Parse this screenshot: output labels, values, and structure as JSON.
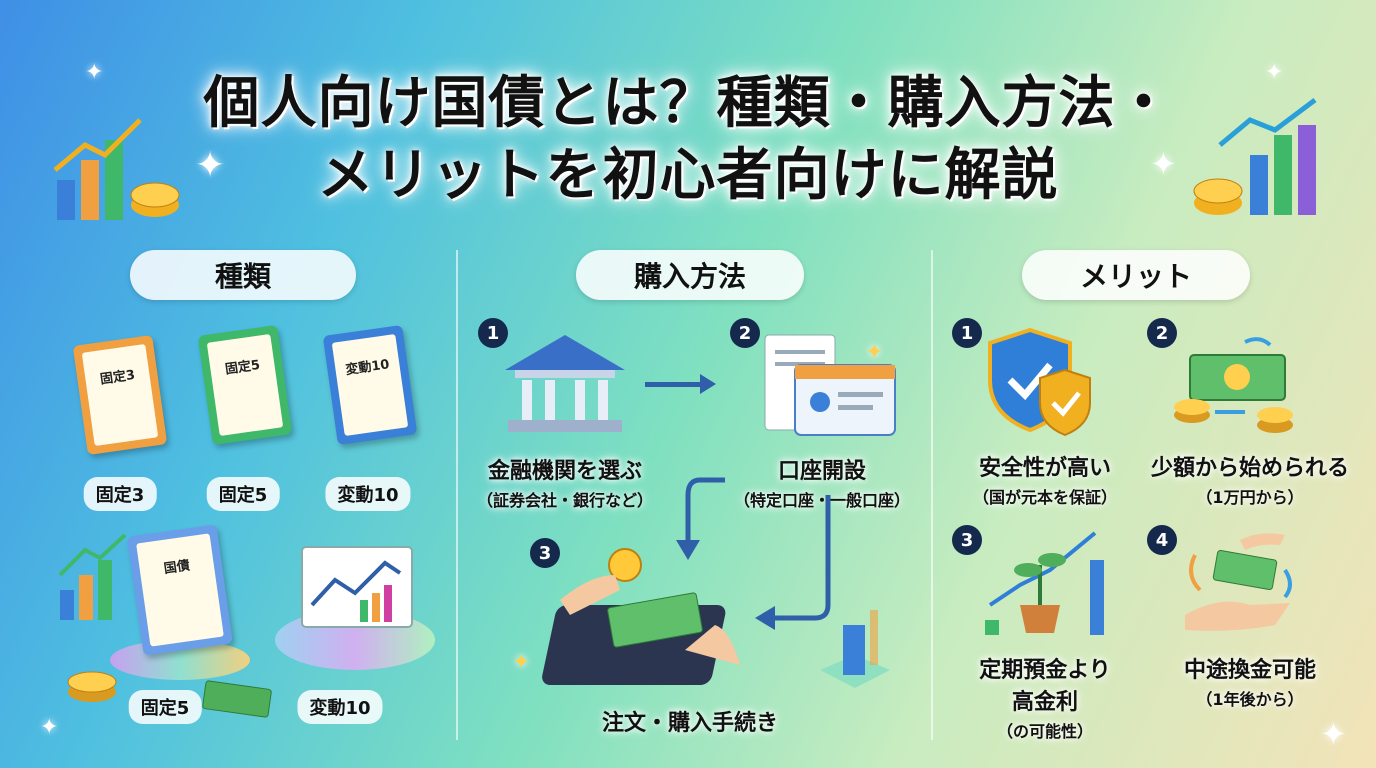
{
  "title": {
    "line1": "個人向け国債とは？種類・購入方法・",
    "line2": "メリットを初心者向けに解説"
  },
  "sections": {
    "types": {
      "heading": "種類",
      "certificates": [
        {
          "tag": "固定3",
          "label": "固定3",
          "color": "#f0a040"
        },
        {
          "tag": "固定5",
          "label": "固定5",
          "color": "#3fb86a"
        },
        {
          "tag": "変動10",
          "label": "変動10",
          "color": "#3a7fd8"
        }
      ],
      "bottom": [
        {
          "tag": "国債",
          "label": "固定5"
        },
        {
          "label": "変動10"
        }
      ]
    },
    "purchase": {
      "heading": "購入方法",
      "steps": [
        {
          "num": "1",
          "main": "金融機関を選ぶ",
          "sub": "（証券会社・銀行など）"
        },
        {
          "num": "2",
          "main": "口座開設",
          "sub": "（特定口座・一般口座）"
        },
        {
          "num": "3",
          "main": "注文・購入手続き"
        }
      ]
    },
    "merits": {
      "heading": "メリット",
      "items": [
        {
          "num": "1",
          "main": "安全性が高い",
          "sub": "（国が元本を保証）"
        },
        {
          "num": "2",
          "main": "少額から始められる",
          "sub": "（1万円から）"
        },
        {
          "num": "3",
          "main": "定期預金より",
          "main2": "高金利",
          "sub": "（の可能性）"
        },
        {
          "num": "4",
          "main": "中途換金可能",
          "sub": "（1年後から）"
        }
      ]
    }
  },
  "colors": {
    "badge": "#15294d",
    "arrow": "#2f5fa8"
  }
}
